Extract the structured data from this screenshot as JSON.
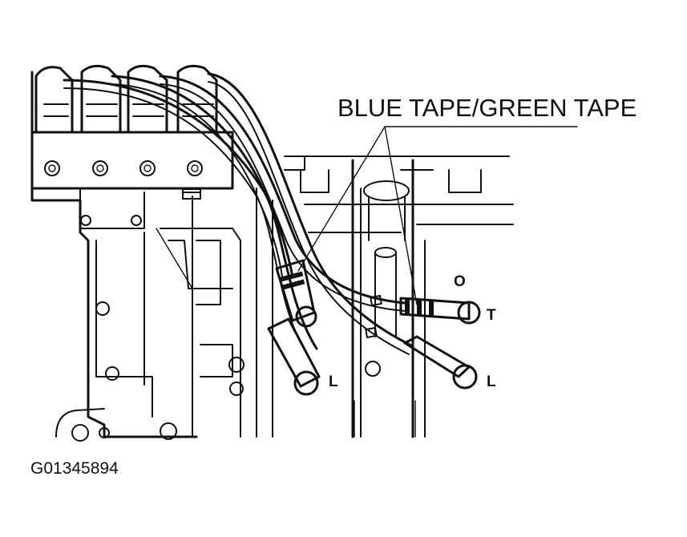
{
  "callout": {
    "label": "BLUE TAPE/GREEN TAPE"
  },
  "terminal_labels": {
    "o_mark": "O",
    "t_mark": "T",
    "l_mark_left": "L",
    "l_mark_right": "L"
  },
  "figure_id": "G01345894",
  "colors": {
    "line": "#111111",
    "background": "#ffffff",
    "tape_band": "#111111"
  }
}
